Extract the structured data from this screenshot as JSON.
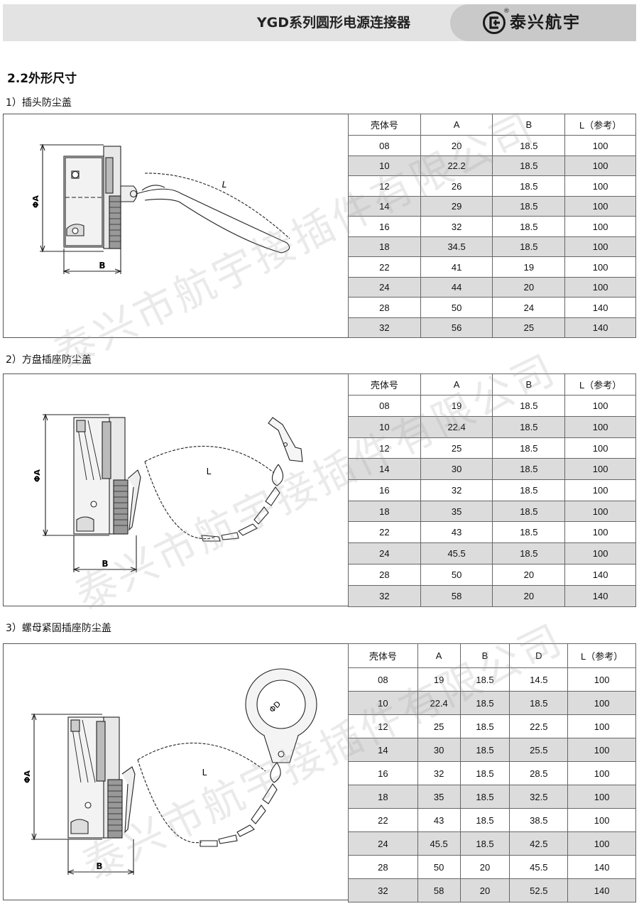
{
  "header": {
    "title": "YGD系列圆形电源连接器",
    "brand": "泰兴航宇",
    "registered": "®"
  },
  "section_title": "2.2外形尺寸",
  "watermark": "泰兴市航宇接插件有限公司",
  "sections": [
    {
      "title": "1）插头防尘盖",
      "labels": {
        "dia": "ΦA",
        "width": "B",
        "length": "L"
      },
      "columns": [
        "壳体号",
        "A",
        "B",
        "L（参考）"
      ],
      "rows": [
        [
          "08",
          "20",
          "18.5",
          "100"
        ],
        [
          "10",
          "22.2",
          "18.5",
          "100"
        ],
        [
          "12",
          "26",
          "18.5",
          "100"
        ],
        [
          "14",
          "29",
          "18.5",
          "100"
        ],
        [
          "16",
          "32",
          "18.5",
          "100"
        ],
        [
          "18",
          "34.5",
          "18.5",
          "100"
        ],
        [
          "22",
          "41",
          "19",
          "100"
        ],
        [
          "24",
          "44",
          "20",
          "100"
        ],
        [
          "28",
          "50",
          "24",
          "140"
        ],
        [
          "32",
          "56",
          "25",
          "140"
        ]
      ]
    },
    {
      "title": "2）方盘插座防尘盖",
      "labels": {
        "dia": "ΦA",
        "width": "B",
        "length": "L"
      },
      "columns": [
        "壳体号",
        "A",
        "B",
        "L（参考）"
      ],
      "rows": [
        [
          "08",
          "19",
          "18.5",
          "100"
        ],
        [
          "10",
          "22.4",
          "18.5",
          "100"
        ],
        [
          "12",
          "25",
          "18.5",
          "100"
        ],
        [
          "14",
          "30",
          "18.5",
          "100"
        ],
        [
          "16",
          "32",
          "18.5",
          "100"
        ],
        [
          "18",
          "35",
          "18.5",
          "100"
        ],
        [
          "22",
          "43",
          "18.5",
          "100"
        ],
        [
          "24",
          "45.5",
          "18.5",
          "100"
        ],
        [
          "28",
          "50",
          "20",
          "140"
        ],
        [
          "32",
          "58",
          "20",
          "140"
        ]
      ]
    },
    {
      "title": "3）螺母紧固插座防尘盖",
      "labels": {
        "dia": "ΦA",
        "width": "B",
        "length": "L",
        "ring": "ΦD"
      },
      "columns": [
        "壳体号",
        "A",
        "B",
        "D",
        "L（参考）"
      ],
      "rows": [
        [
          "08",
          "19",
          "18.5",
          "14.5",
          "100"
        ],
        [
          "10",
          "22.4",
          "18.5",
          "18.5",
          "100"
        ],
        [
          "12",
          "25",
          "18.5",
          "22.5",
          "100"
        ],
        [
          "14",
          "30",
          "18.5",
          "25.5",
          "100"
        ],
        [
          "16",
          "32",
          "18.5",
          "28.5",
          "100"
        ],
        [
          "18",
          "35",
          "18.5",
          "32.5",
          "100"
        ],
        [
          "22",
          "43",
          "18.5",
          "38.5",
          "100"
        ],
        [
          "24",
          "45.5",
          "18.5",
          "42.5",
          "100"
        ],
        [
          "28",
          "50",
          "20",
          "45.5",
          "140"
        ],
        [
          "32",
          "58",
          "20",
          "52.5",
          "140"
        ]
      ]
    }
  ]
}
